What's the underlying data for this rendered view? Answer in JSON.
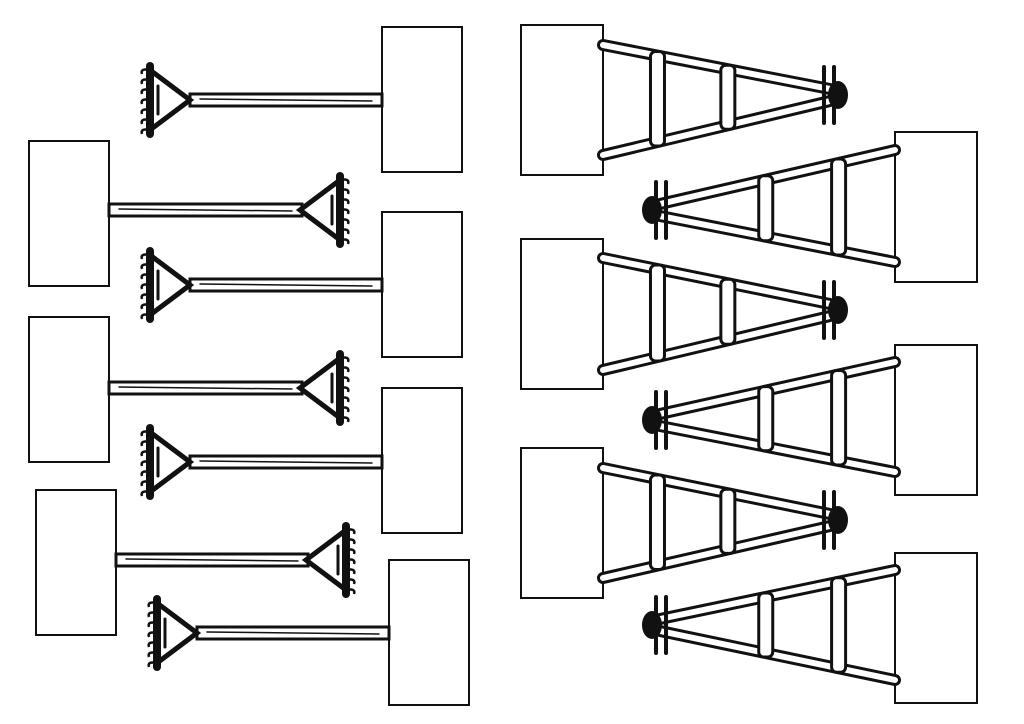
{
  "worksheet": {
    "ink_color": "#111111",
    "paper_color": "#ffffff",
    "rake_items": [
      {
        "facing": "left"
      },
      {
        "facing": "right"
      },
      {
        "facing": "left"
      },
      {
        "facing": "right"
      },
      {
        "facing": "left"
      },
      {
        "facing": "right"
      },
      {
        "facing": "left"
      }
    ],
    "ladder_items": [
      {
        "facing": "right"
      },
      {
        "facing": "left"
      },
      {
        "facing": "right"
      },
      {
        "facing": "left"
      },
      {
        "facing": "right"
      },
      {
        "facing": "left"
      }
    ]
  }
}
